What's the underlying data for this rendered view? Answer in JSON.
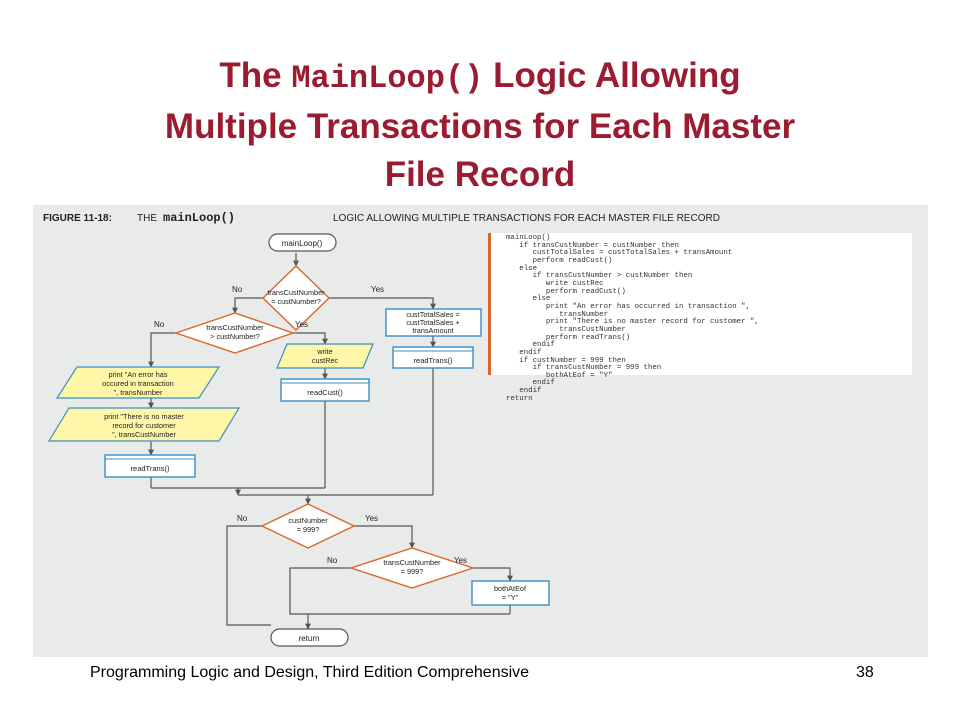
{
  "slide": {
    "title_part1": "The ",
    "title_code": "MainLoop()",
    "title_part2": " Logic Allowing",
    "title_line2": "Multiple Transactions for Each Master",
    "title_line3": "File Record",
    "footer_text": "Programming Logic and Design, Third Edition Comprehensive",
    "page_number": "38"
  },
  "figure": {
    "caption_label": "FIGURE 11-18:",
    "caption_the": "THE",
    "caption_code": "mainLoop()",
    "caption_rest": "LOGIC ALLOWING MULTIPLE TRANSACTIONS FOR EACH MASTER FILE RECORD",
    "accent_color": "#d9662a",
    "shape_stroke_color": "#3a8fc2",
    "io_fill_color": "#fff7a8"
  },
  "flowchart": {
    "start": "mainLoop()",
    "d1": [
      "transCustNumber",
      "= custNumber?"
    ],
    "d1_no": "No",
    "d1_yes": "Yes",
    "d2": [
      "transCustNumber",
      "> custNumber?"
    ],
    "d2_no": "No",
    "d2_yes": "Yes",
    "p_total": [
      "custTotalSales =",
      "custTotalSales +",
      "transAmount"
    ],
    "p_readtrans_right": "readTrans()",
    "io_write": [
      "write",
      "custRec"
    ],
    "p_readcust": "readCust()",
    "io_error": [
      "print \"An error has",
      "occured in transaction",
      "\", transNumber"
    ],
    "io_nomaster": [
      "print \"There is no master",
      "record for customer",
      "\", transCustNumber"
    ],
    "p_readtrans_left": "readTrans()",
    "d3": [
      "custNumber",
      "= 999?"
    ],
    "d3_no": "No",
    "d3_yes": "Yes",
    "d4": [
      "transCustNumber",
      "= 999?"
    ],
    "d4_no": "No",
    "d4_yes": "Yes",
    "p_eof": [
      "bothAtEof",
      "= \"Y\""
    ],
    "end": "return"
  },
  "pseudocode": [
    "mainLoop()",
    "   if transCustNumber = custNumber then",
    "      custTotalSales = custTotalSales + transAmount",
    "      perform readCust()",
    "   else",
    "      if transCustNumber > custNumber then",
    "         write custRec",
    "         perform readCust()",
    "      else",
    "         print \"An error has occurred in transaction \",",
    "            transNumber",
    "         print \"There is no master record for customer \",",
    "            transCustNumber",
    "         perform readTrans()",
    "      endif",
    "   endif",
    "   if custNumber = 999 then",
    "      if transCustNumber = 999 then",
    "         bothAtEof = \"Y\"",
    "      endif",
    "   endif",
    "return"
  ]
}
